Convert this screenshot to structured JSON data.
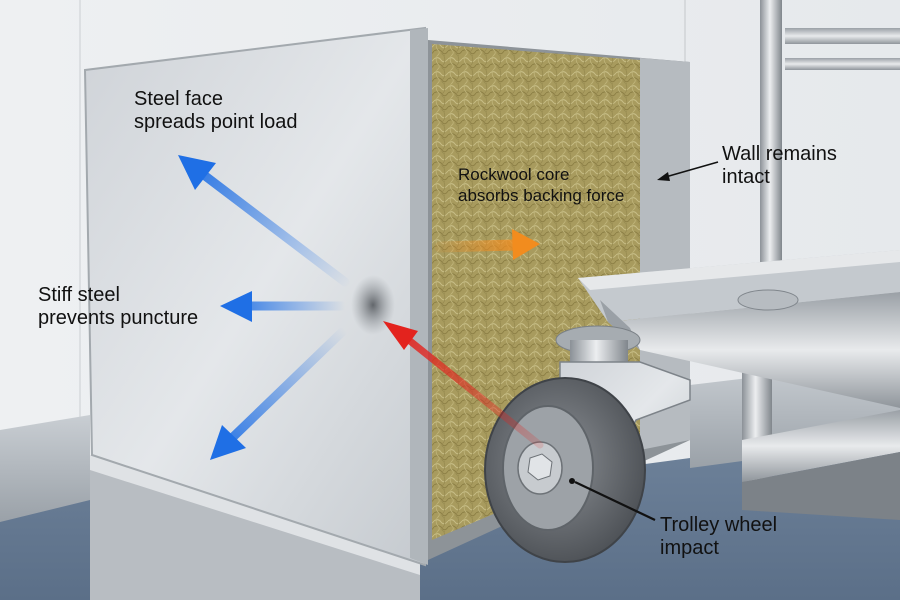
{
  "labels": {
    "steel_face": [
      "Steel face",
      "spreads point load"
    ],
    "stiff_steel": [
      "Stiff steel",
      "prevents puncture"
    ],
    "rockwool_core": [
      "Rockwool core",
      "absorbs backing force"
    ],
    "wall_intact": [
      "Wall remains",
      "intact"
    ],
    "trolley_impact": [
      "Trolley wheel",
      "impact"
    ]
  },
  "colors": {
    "load_arrows": "#1f6fe5",
    "impact_arrow": "#e3231e",
    "absorb_arrow": "#f28c1e",
    "rockwool": "#a89b5e",
    "steel_panel": "#d3d7dc"
  },
  "icons": [
    "spread-arrow-icon",
    "impact-arrow-icon",
    "absorb-arrow-icon",
    "leader-line"
  ]
}
